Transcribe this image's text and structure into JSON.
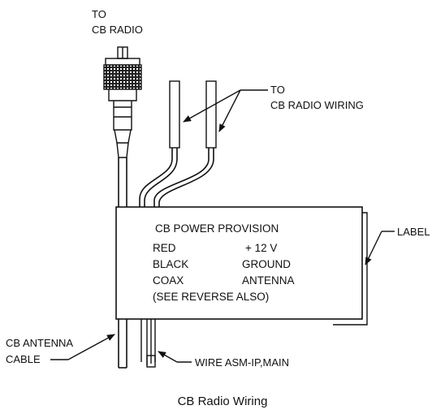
{
  "callouts": {
    "to_cb_radio": [
      "TO",
      "CB RADIO"
    ],
    "to_cb_radio_wiring": [
      "TO",
      "CB RADIO WIRING"
    ],
    "label": "LABEL",
    "cb_antenna_cable": [
      "CB ANTENNA",
      "CABLE"
    ],
    "wire_asm": "WIRE ASM-IP,MAIN"
  },
  "tag": {
    "title": "CB POWER PROVISION",
    "rows": [
      {
        "color": "RED",
        "function": "+ 12  V"
      },
      {
        "color": "BLACK",
        "function": "GROUND"
      },
      {
        "color": "COAX",
        "function": "ANTENNA"
      }
    ],
    "note": "(SEE REVERSE ALSO)"
  },
  "caption": "CB Radio Wiring"
}
